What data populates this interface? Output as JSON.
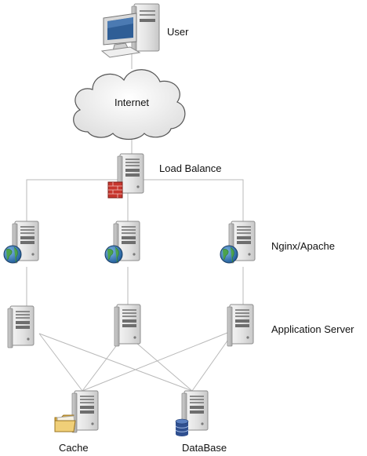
{
  "labels": {
    "user": "User",
    "internet": "Internet",
    "load_balance": "Load Balance",
    "web_tier": "Nginx/Apache",
    "app_tier": "Application Server",
    "cache": "Cache",
    "database": "DataBase"
  },
  "icons": {
    "user": "desktop-computer-icon",
    "internet": "cloud-icon",
    "load_balancer": "server-with-firewall-icon",
    "web_server": "server-with-globe-icon",
    "app_server": "server-icon",
    "cache": "server-with-folder-icon",
    "database": "server-with-database-icon"
  },
  "colors": {
    "line": "#b9b9b9",
    "server_body": "#e4e4e4",
    "firewall": "#c7362e",
    "globe": "#2f74b8",
    "database": "#2f4f8f",
    "folder": "#e9c46a"
  }
}
